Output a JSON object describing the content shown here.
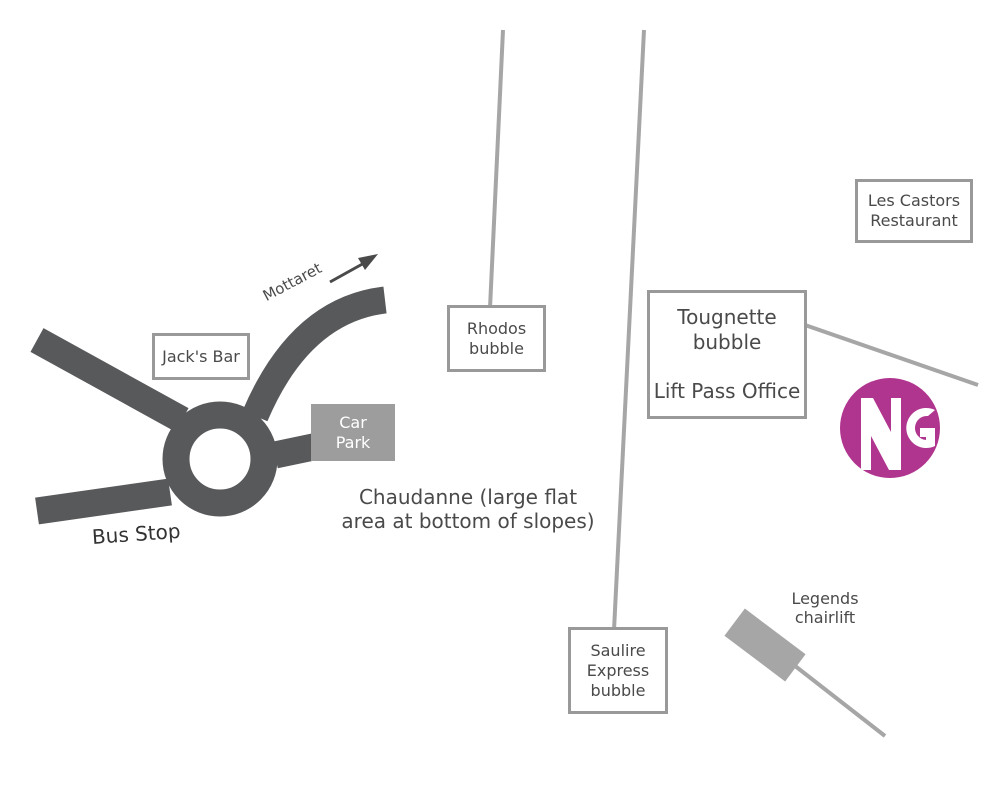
{
  "colors": {
    "road": "#58595b",
    "lift": "#a6a6a6",
    "box_border": "#999999",
    "car_park": "#9d9d9d",
    "logo": "#b0358f",
    "text": "#4a4a4a"
  },
  "roads": {
    "mottaret": "Mottaret",
    "bus_stop": "Bus Stop"
  },
  "places": {
    "jacks_bar": "Jack's Bar",
    "car_park": [
      "Car",
      "Park"
    ],
    "chaudanne": [
      "Chaudanne (large flat",
      "area at bottom of slopes)"
    ],
    "rhodos": [
      "Rhodos",
      "bubble"
    ],
    "tougnette": [
      "Tougnette",
      "bubble"
    ],
    "lift_pass": "Lift Pass Office",
    "les_castors": [
      "Les Castors",
      "Restaurant"
    ],
    "saulire": [
      "Saulire",
      "Express",
      "bubble"
    ],
    "legends": [
      "Legends",
      "chairlift"
    ]
  },
  "logo": {
    "letters": "NG",
    "icon": "ng-logo-icon"
  }
}
